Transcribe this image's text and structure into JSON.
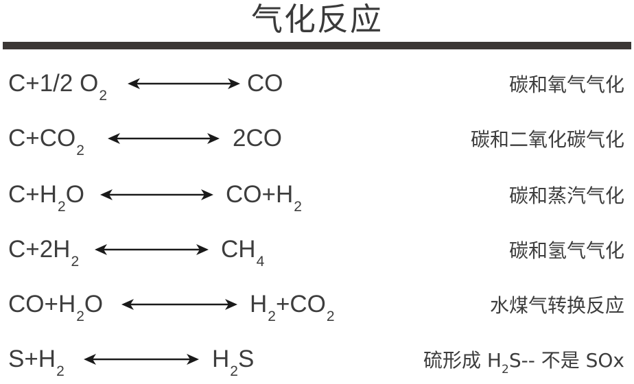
{
  "title": "气化反应",
  "reactions": [
    {
      "lhs": [
        {
          "t": "C+1/2 O"
        },
        {
          "s": "2"
        }
      ],
      "rhs": [
        {
          "t": "CO"
        }
      ],
      "label": [
        {
          "t": "碳和氧气气化"
        }
      ]
    },
    {
      "lhs": [
        {
          "t": "C+CO"
        },
        {
          "s": "2"
        }
      ],
      "rhs": [
        {
          "t": "2CO"
        }
      ],
      "label": [
        {
          "t": "碳和二氧化碳气化"
        }
      ]
    },
    {
      "lhs": [
        {
          "t": "C+H"
        },
        {
          "s": "2"
        },
        {
          "t": "O"
        }
      ],
      "rhs": [
        {
          "t": "CO+H"
        },
        {
          "s": "2"
        }
      ],
      "label": [
        {
          "t": "碳和蒸汽气化"
        }
      ]
    },
    {
      "lhs": [
        {
          "t": "C+2H"
        },
        {
          "s": "2"
        }
      ],
      "rhs": [
        {
          "t": "CH"
        },
        {
          "s": "4"
        }
      ],
      "label": [
        {
          "t": "碳和氢气气化"
        }
      ]
    },
    {
      "lhs": [
        {
          "t": "CO+H"
        },
        {
          "s": "2"
        },
        {
          "t": "O"
        }
      ],
      "rhs": [
        {
          "t": "H"
        },
        {
          "s": "2"
        },
        {
          "t": "+CO"
        },
        {
          "s": "2"
        }
      ],
      "label": [
        {
          "t": "水煤气转换反应"
        }
      ]
    },
    {
      "lhs": [
        {
          "t": "S+H"
        },
        {
          "s": "2"
        }
      ],
      "rhs": [
        {
          "t": "H"
        },
        {
          "s": "2"
        },
        {
          "t": "S"
        }
      ],
      "label": [
        {
          "t": "硫形成 H"
        },
        {
          "s": "2"
        },
        {
          "t": "S-- 不是 SOx"
        }
      ]
    }
  ],
  "colors": {
    "text": "#3d3d3d",
    "rule": "#3b3735",
    "arrow": "#1a1a1a"
  }
}
